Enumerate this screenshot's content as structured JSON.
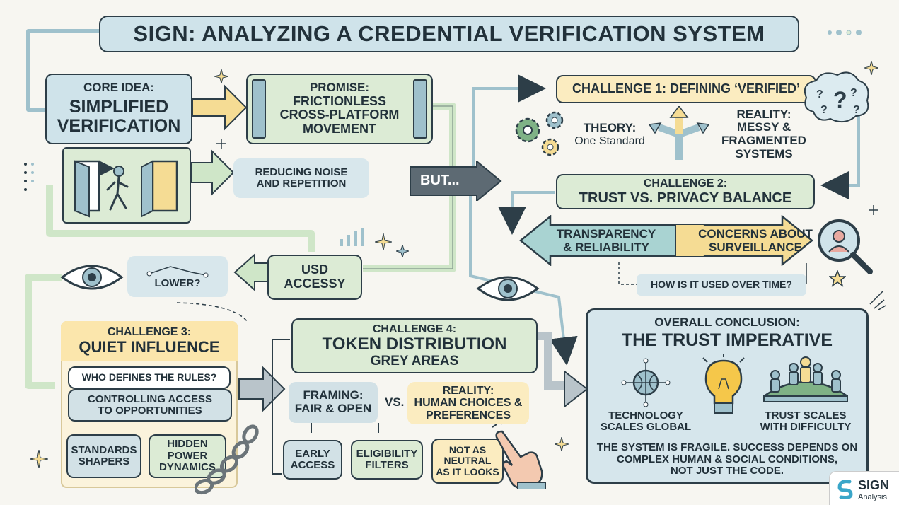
{
  "title": "SIGN: ANALYZING A CREDENTIAL VERIFICATION SYSTEM",
  "core": {
    "heading": "CORE IDEA:",
    "line1": "SIMPLIFIED",
    "line2": "VERIFICATION"
  },
  "promise": {
    "line1": "PROMISE:",
    "line2": "FRICTIONLESS",
    "line3": "CROSS-PLATFORM",
    "line4": "MOVEMENT"
  },
  "reducing": {
    "line1": "REDUCING NOISE",
    "line2": "AND REPETITION"
  },
  "but_label": "BUT...",
  "usd": {
    "line1": "USD",
    "line2": "ACCESSY"
  },
  "lower_label": "LOWER?",
  "challenge1": {
    "title": "CHALLENGE 1: DEFINING ‘VERIFIED’",
    "theory_heading": "THEORY:",
    "theory_text": "One Standard",
    "reality_line1": "REALITY:",
    "reality_line2": "MESSY &",
    "reality_line3": "FRAGMENTED",
    "reality_line4": "SYSTEMS"
  },
  "challenge2": {
    "title_line1": "CHALLENGE 2:",
    "title_line2": "TRUST VS. PRIVACY BALANCE",
    "left_line1": "TRANSPARENCY",
    "left_line2": "& RELIABILITY",
    "right_line1": "CONCERNS ABOUT",
    "right_line2": "SURVEILLANCE",
    "question": "HOW IS IT USED OVER TIME?"
  },
  "challenge3": {
    "title_line1": "CHALLENGE 3:",
    "title_line2": "QUIET INFLUENCE",
    "who": "WHO DEFINES THE RULES?",
    "control_line1": "CONTROLLING ACCESS",
    "control_line2": "TO OPPORTUNITIES",
    "standards_line1": "STANDARDS",
    "standards_line2": "SHAPERS",
    "hidden_line1": "HIDDEN",
    "hidden_line2": "POWER",
    "hidden_line3": "DYNAMICS"
  },
  "challenge4": {
    "title_line1": "CHALLENGE 4:",
    "title_line2": "TOKEN DISTRIBUTION",
    "title_line3": "GREY AREAS",
    "framing_line1": "FRAMING:",
    "framing_line2": "FAIR & OPEN",
    "vs": "VS.",
    "reality_line1": "REALITY:",
    "reality_line2": "HUMAN CHOICES &",
    "reality_line3": "PREFERENCES",
    "early_line1": "EARLY",
    "early_line2": "ACCESS",
    "elig_line1": "ELIGIBILITY",
    "elig_line2": "FILTERS",
    "notas_line1": "NOT AS",
    "notas_line2": "NEUTRAL",
    "notas_line3": "AS IT LOOKS"
  },
  "conclusion": {
    "heading": "OVERALL CONCLUSION:",
    "title": "THE TRUST IMPERATIVE",
    "tech_line1": "TECHNOLOGY",
    "tech_line2": "SCALES GLOBAL",
    "trust_line1": "TRUST SCALES",
    "trust_line2": "WITH DIFFICULTY",
    "summary_line1": "THE SYSTEM IS FRAGILE. SUCCESS DEPENDS ON",
    "summary_line2": "COMPLEX HUMAN & SOCIAL CONDITIONS,",
    "summary_line3": "NOT JUST THE CODE."
  },
  "logo": {
    "name": "SIGN",
    "sub": "Analysis"
  },
  "colors": {
    "blue": "#cfe3ea",
    "green": "#dcebd5",
    "yellow": "#fbecc0",
    "outline": "#2d3e48",
    "arrow_yellow": "#f5dc94",
    "arrow_green": "#cfe6c8"
  }
}
